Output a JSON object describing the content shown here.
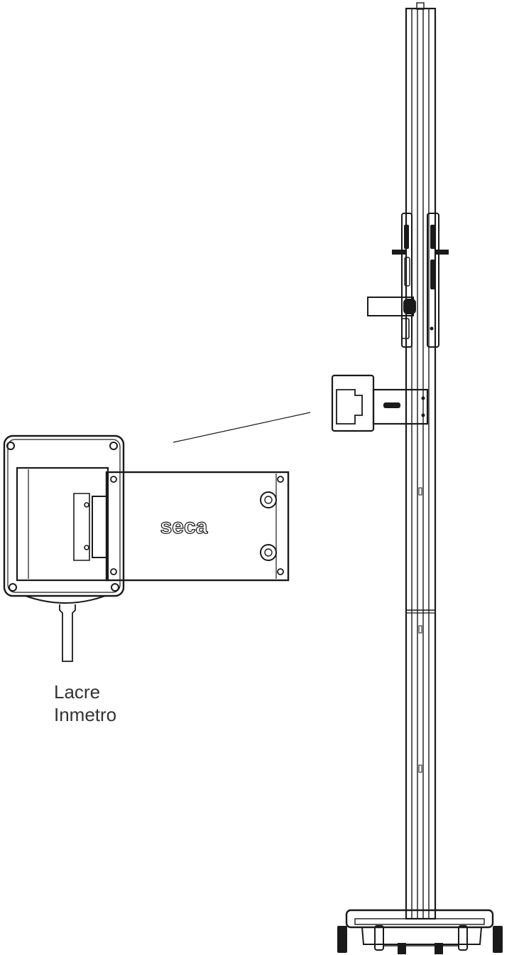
{
  "detail_brand": "seca",
  "label": {
    "line1": "Lacre",
    "line2": "Inmetro"
  },
  "colors": {
    "line": "#1a1a1a",
    "label": "#333333",
    "background": "#ffffff"
  }
}
